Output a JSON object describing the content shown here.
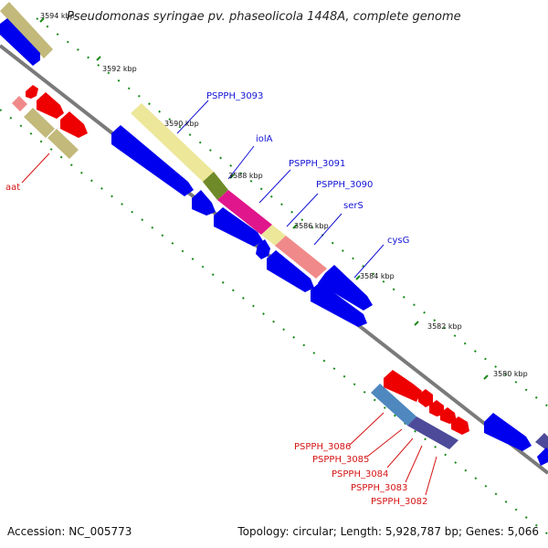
{
  "title": "Pseudomonas syringae pv. phaseolicola 1448A, complete genome",
  "footer": {
    "accession": "Accession: NC_005773",
    "summary": "Topology: circular; Length: 5,928,787 bp; Genes: 5,066"
  },
  "ticks": [
    "3594 kbp",
    "3592 kbp",
    "3590 kbp",
    "3588 kbp",
    "3586 kbp",
    "3584 kbp",
    "3582 kbp",
    "3580 kbp"
  ],
  "genes": {
    "pspph_3093": "PSPPH_3093",
    "iola": "iolA",
    "pspph_3091": "PSPPH_3091",
    "pspph_3090": "PSPPH_3090",
    "sers": "serS",
    "cysg": "cysG",
    "aat": "aat",
    "pspph_3086": "PSPPH_3086",
    "pspph_3085": "PSPPH_3085",
    "pspph_3084": "PSPPH_3084",
    "pspph_3083": "PSPPH_3083",
    "pspph_3082": "PSPPH_3082"
  },
  "colors": {
    "backbone": "#7a7a7a",
    "cds": "#0000ee",
    "rna": "#ee0000",
    "tick": "#1a8a1a",
    "cog_khaki": "#c2b97a",
    "cog_pale_yellow": "#ede79a",
    "cog_olive": "#6f8a28",
    "cog_magenta": "#e0168c",
    "cog_salmon": "#f08a8a",
    "cog_steel": "#4f88bf",
    "cog_slate": "#4d4b99"
  }
}
